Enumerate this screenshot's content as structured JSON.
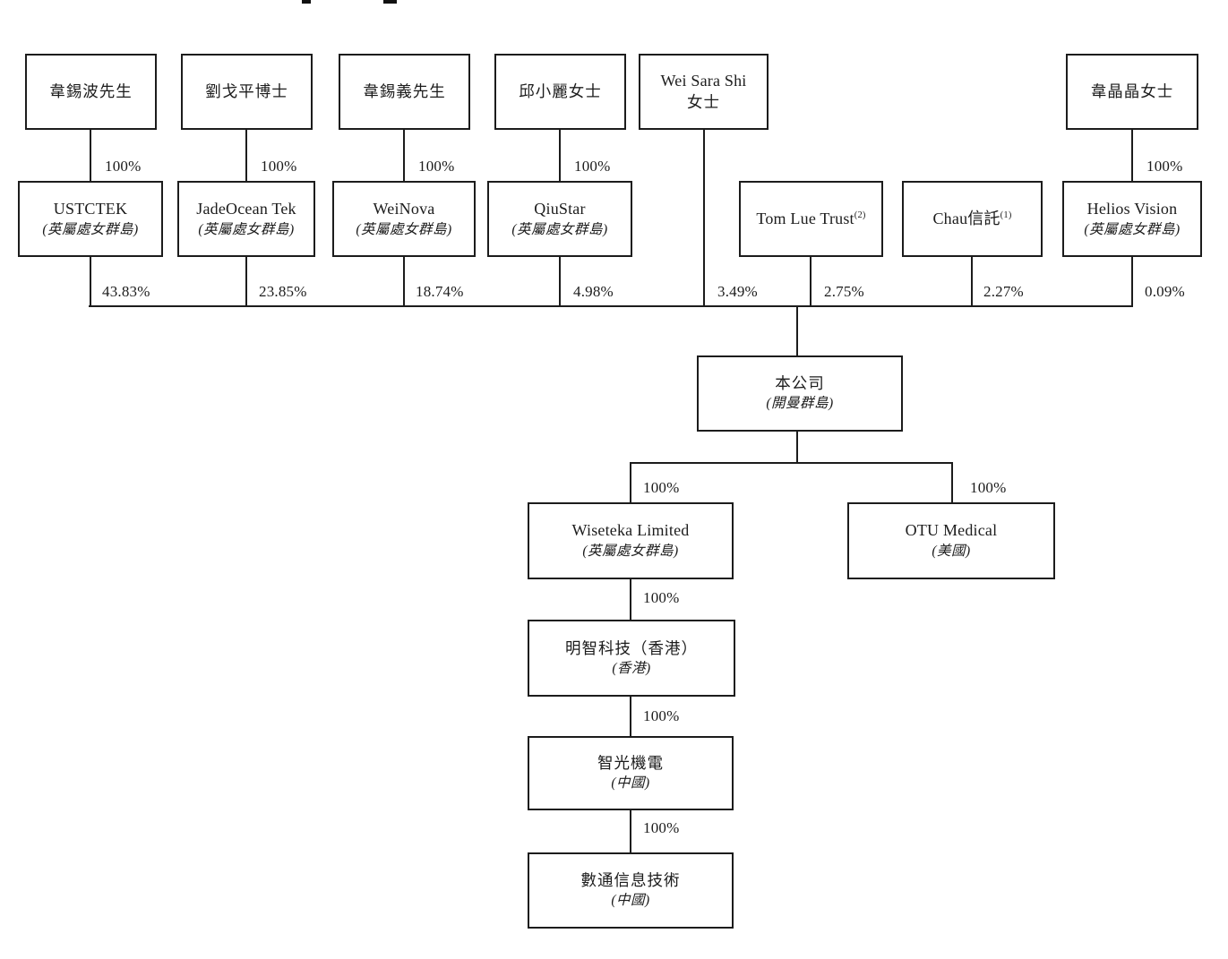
{
  "diagram": {
    "type": "shareholding-structure-chart",
    "shareholders": [
      {
        "person": "韋錫波先生",
        "ownership": "100%",
        "holdco": {
          "name": "USTCTEK",
          "jurisdiction": "(英屬處女群島)"
        },
        "stake": "43.83%"
      },
      {
        "person": "劉戈平博士",
        "ownership": "100%",
        "holdco": {
          "name": "JadeOcean Tek",
          "jurisdiction": "(英屬處女群島)"
        },
        "stake": "23.85%"
      },
      {
        "person": "韋錫義先生",
        "ownership": "100%",
        "holdco": {
          "name": "WeiNova",
          "jurisdiction": "(英屬處女群島)"
        },
        "stake": "18.74%"
      },
      {
        "person": "邱小麗女士",
        "ownership": "100%",
        "holdco": {
          "name": "QiuStar",
          "jurisdiction": "(英屬處女群島)"
        },
        "stake": "4.98%"
      },
      {
        "person": "Wei Sara Shi",
        "person_line2": "女士",
        "stake": "3.49%"
      },
      {
        "holdco": {
          "name": "Tom Lue Trust",
          "footnote": "(2)"
        },
        "stake": "2.75%"
      },
      {
        "holdco": {
          "name": "Chau信託",
          "footnote": "(1)"
        },
        "stake": "2.27%"
      },
      {
        "person": "韋晶晶女士",
        "ownership": "100%",
        "holdco": {
          "name": "Helios Vision",
          "jurisdiction": "(英屬處女群島)"
        },
        "stake": "0.09%"
      }
    ],
    "company": {
      "name": "本公司",
      "jurisdiction": "(開曼群島)"
    },
    "subsidiaries": {
      "wiseteka": {
        "ownership": "100%",
        "name": "Wiseteka Limited",
        "jurisdiction": "(英屬處女群島)"
      },
      "otu": {
        "ownership": "100%",
        "name": "OTU Medical",
        "jurisdiction": "(美國)"
      },
      "mingzhi": {
        "ownership": "100%",
        "name": "明智科技（香港）",
        "jurisdiction": "(香港)"
      },
      "zhiguang": {
        "ownership": "100%",
        "name": "智光機電",
        "jurisdiction": "(中國)"
      },
      "shutong": {
        "ownership": "100%",
        "name": "數通信息技術",
        "jurisdiction": "(中國)"
      }
    },
    "line_color": "#1c1c1c"
  }
}
